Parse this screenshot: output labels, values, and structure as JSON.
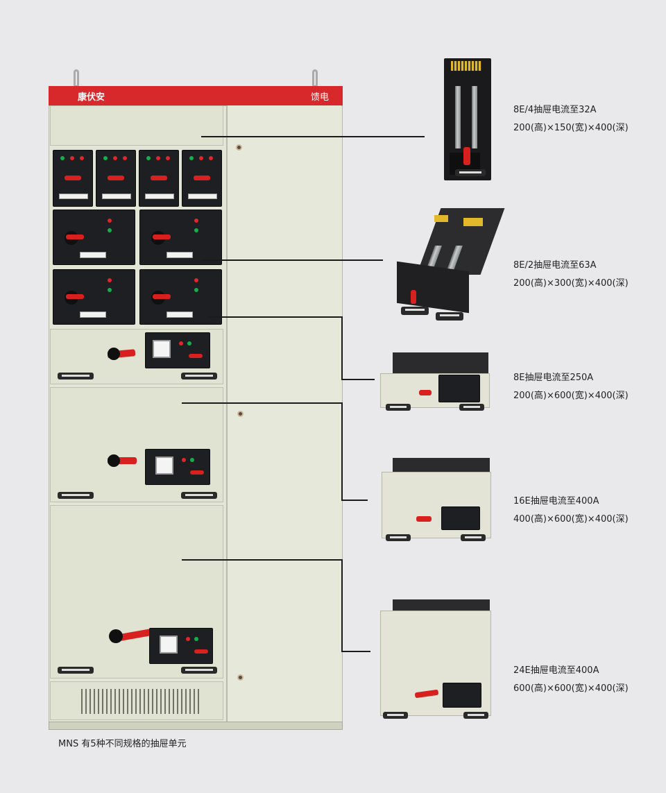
{
  "cabinet": {
    "brand_label": "康伏安",
    "function_label": "馈电",
    "caption": "MNS 有5种不同规格的抽屉单元"
  },
  "drawers": [
    {
      "title": "8E/4抽屉电流至32A",
      "dims": "200(高)×150(宽)×400(深)"
    },
    {
      "title": "8E/2抽屉电流至63A",
      "dims": "200(高)×300(宽)×400(深)"
    },
    {
      "title": "8E抽屉电流至250A",
      "dims": "200(高)×600(宽)×400(深)"
    },
    {
      "title": "16E抽屉电流至400A",
      "dims": "400(高)×600(宽)×400(深)"
    },
    {
      "title": "24E抽屉电流至400A",
      "dims": "600(高)×600(宽)×400(深)"
    }
  ],
  "colors": {
    "header_red": "#d7282b",
    "cabinet_body": "#e3e5d6",
    "background": "#e9e9eb"
  }
}
